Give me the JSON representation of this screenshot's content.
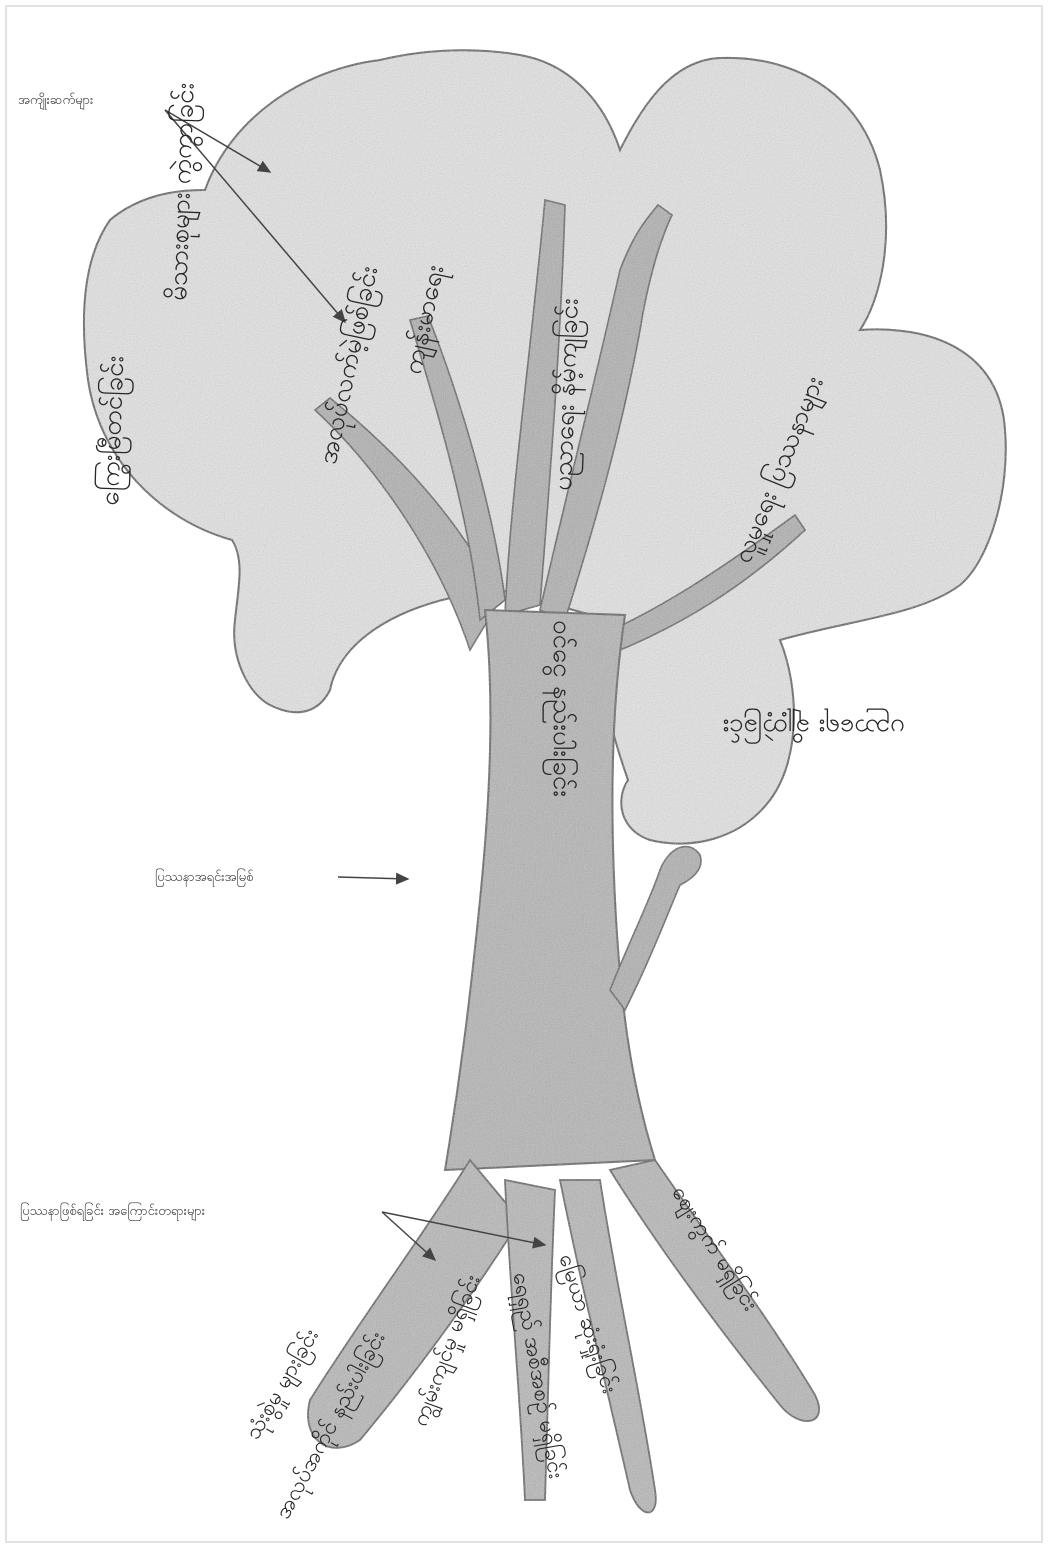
{
  "diagram": {
    "labels": {
      "effects": "အကျိုးဆက်များ",
      "core_problem": "ပြဿနာအရင်းအမြစ်",
      "causes": "ပြဿနာဖြစ်ရခြင်း အကြောင်းတရားများ"
    },
    "leaves": {
      "leaf_1": "ကြွေးမြီတင်ခြင်း",
      "leaf_2": "မိသားစုများ ကွဲကွာခြင်း",
      "leaf_3": "အလုပ်လက်မဲ့ဖြစ်ခြင်း",
      "leaf_4": "ကျန်းမာရေး",
      "leaf_5": "ပညာရေး နိမ့်ကျခြင်း",
      "leaf_6": "လူမှုရေး ပြဿနာများ",
      "leaf_7": "ပညာရေး ချို့တဲ့ခြင်း"
    },
    "trunk_text": "ဝင်ငွေ နည်းပါးခြင်း",
    "roots": {
      "root_1": "သုံးစွဲမှု များခြင်း",
      "root_2": "အလုပ်အကိုင် နည်းပါးခြင်း",
      "root_3": "ကျွမ်းကျင်မှု မရှိခြင်း",
      "root_4": "ရေရှည် အစီအစဉ် မရှိခြင်း",
      "root_5": "မြေယာ ဆုံးရှုံးခြင်း",
      "root_6": "ဈေးကွက် မရှိခြင်း"
    }
  }
}
